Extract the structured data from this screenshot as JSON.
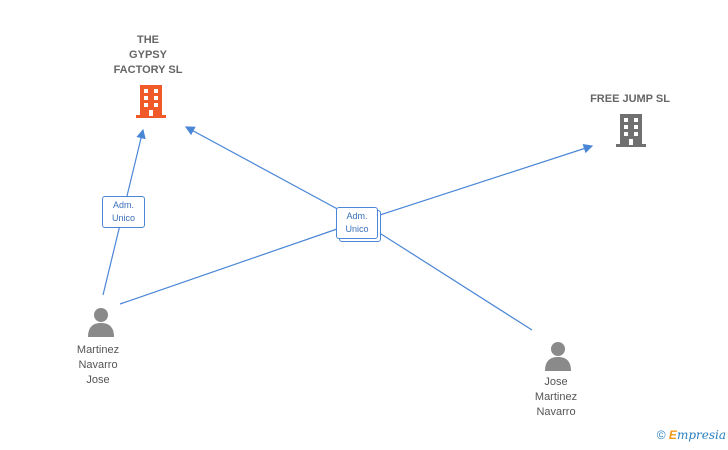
{
  "nodes": {
    "gypsy": {
      "label": "THE\nGYPSY\nFACTORY SL",
      "color": "#f05a28"
    },
    "freejump": {
      "label": "FREE JUMP SL",
      "color": "#707070"
    },
    "person1": {
      "label": "Martinez\nNavarro\nJose"
    },
    "person2": {
      "label": "Jose\nMartinez\nNavarro"
    }
  },
  "badges": {
    "left": "Adm.\nUnico",
    "center": "Adm.\nUnico"
  },
  "colors": {
    "edge": "#4a86d6",
    "person_icon": "#8a8a8a"
  },
  "footer": {
    "copyright": "©",
    "brand_e": "E",
    "brand_rest": "mpresia"
  }
}
